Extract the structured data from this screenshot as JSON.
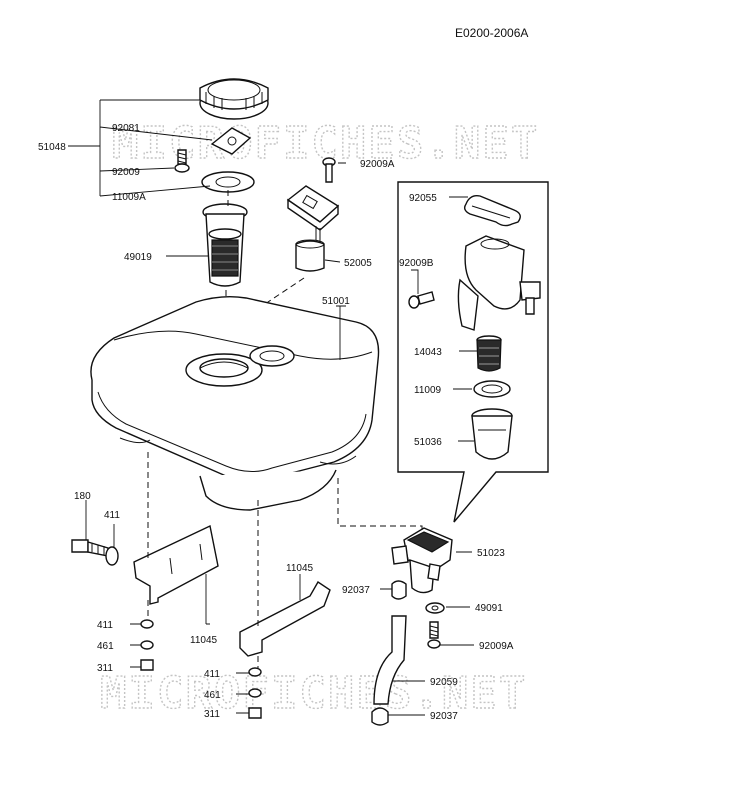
{
  "drawing_code": "E0200-2006A",
  "watermark": "MICROFICHES.NET",
  "parts": {
    "p51048": "51048",
    "p92081": "92081",
    "p92009_a": "92009",
    "p11009A": "11009A",
    "p49019": "49019",
    "p92009A_top": "92009A",
    "p52005": "52005",
    "p51001": "51001",
    "p92055": "92055",
    "p92009B": "92009B",
    "p14043": "14043",
    "p11009": "11009",
    "p51036": "51036",
    "p180": "180",
    "p411_a": "411",
    "p411_b": "411",
    "p461_a": "461",
    "p311_a": "311",
    "p11045_left": "11045",
    "p11045_right": "11045",
    "p411_c": "411",
    "p461_b": "461",
    "p311_b": "311",
    "p51023": "51023",
    "p92037_a": "92037",
    "p49091": "49091",
    "p92009A_bottom": "92009A",
    "p92059": "92059",
    "p92037_b": "92037"
  }
}
